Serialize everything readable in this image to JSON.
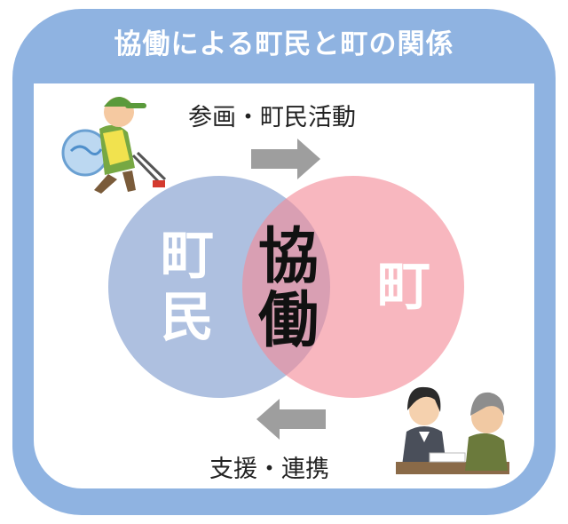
{
  "title": "協働による町民と町の関係",
  "top_label": "参画・町民活動",
  "bottom_label": "支援・連携",
  "venn": {
    "left_label_1": "町",
    "left_label_2": "民",
    "center_label_1": "協",
    "center_label_2": "働",
    "right_label": "町"
  },
  "colors": {
    "frame": "#8fb3e1",
    "left_circle": "#8fa8d4",
    "right_circle": "#f38a98",
    "arrow": "#9e9e9e"
  },
  "icons": {
    "top_illustration": "volunteer-picking-trash-icon",
    "bottom_illustration": "counter-consultation-icon"
  }
}
